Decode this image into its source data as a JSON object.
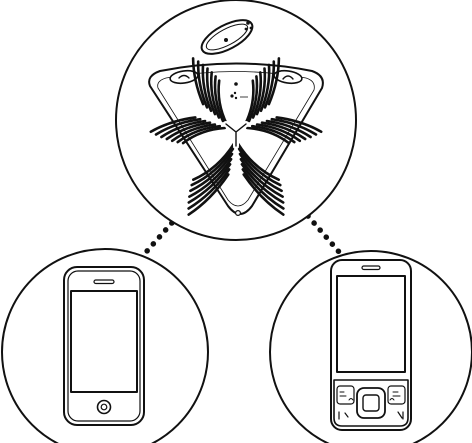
{
  "colors": {
    "stroke": "#111111",
    "background": "#ffffff",
    "fill_light": "#ffffff",
    "fill_dark": "#111111"
  },
  "nodes": [
    {
      "id": "speakerphone",
      "icon": "conference-speakerphone-icon"
    },
    {
      "id": "smartphone",
      "icon": "touchscreen-phone-icon"
    },
    {
      "id": "mobile-phone",
      "icon": "slider-phone-icon"
    }
  ],
  "links": [
    {
      "from": "speakerphone",
      "to": "smartphone",
      "style": "dotted"
    },
    {
      "from": "speakerphone",
      "to": "mobile-phone",
      "style": "dotted"
    }
  ]
}
